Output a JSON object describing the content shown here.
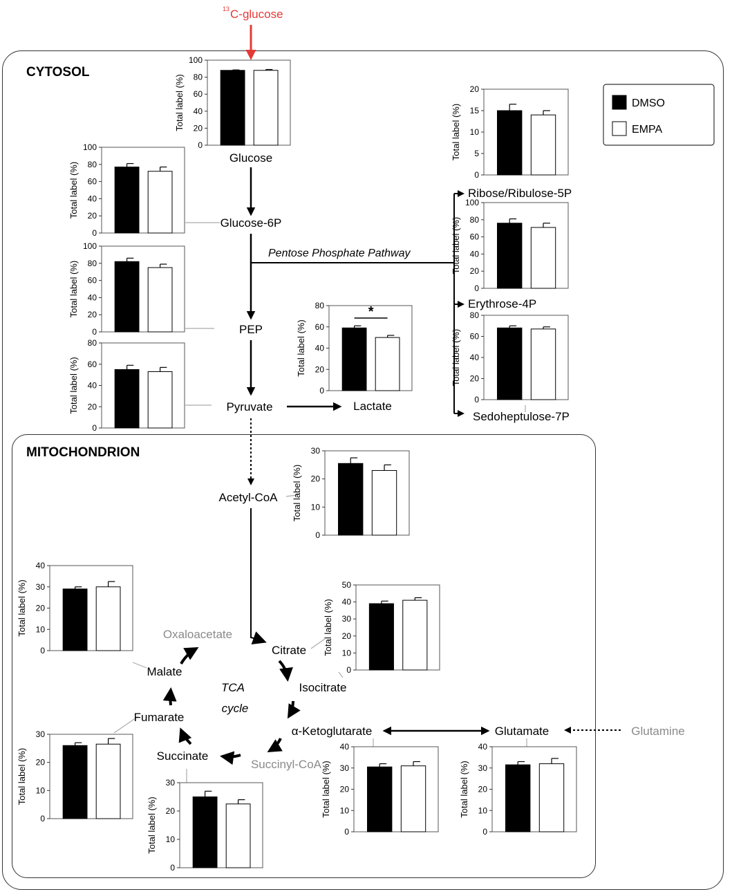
{
  "tracer": "C-glucose",
  "tracer_sup": "13",
  "compartments": {
    "cytosol": "CYTOSOL",
    "mitochondrion": "MITOCHONDRION"
  },
  "legend": [
    {
      "label": "DMSO",
      "color": "#000000"
    },
    {
      "label": "EMPA",
      "color": "#ffffff"
    }
  ],
  "pathway_labels": {
    "ppp": "Pentose Phosphate Pathway",
    "tca_line1": "TCA",
    "tca_line2": "cycle"
  },
  "metabolites": {
    "glucose": "Glucose",
    "g6p": "Glucose-6P",
    "pep": "PEP",
    "pyruvate": "Pyruvate",
    "lactate": "Lactate",
    "r5p": "Ribose/Ribulose-5P",
    "e4p": "Erythrose-4P",
    "s7p": "Sedoheptulose-7P",
    "acetylcoa": "Acetyl-CoA",
    "citrate": "Citrate",
    "isocitrate": "Isocitrate",
    "akg": "α-Ketoglutarate",
    "glutamate": "Glutamate",
    "glutamine": "Glutamine",
    "succinylcoa": "Succinyl-CoA",
    "succinate": "Succinate",
    "fumarate": "Fumarate",
    "malate": "Malate",
    "oxaloacetate": "Oxaloacetate"
  },
  "colors": {
    "tracer": "#e53935",
    "unlabeled_metabolite": "#8a8a8a",
    "line": "#000000"
  },
  "chart_data": [
    {
      "type": "bar",
      "metabolite": "Glucose",
      "ylabel": "Total label (%)",
      "ylim": [
        0,
        100
      ],
      "yticks": [
        0,
        20,
        40,
        60,
        80,
        100
      ],
      "categories": [
        "DMSO",
        "EMPA"
      ],
      "values": [
        88,
        88
      ],
      "errors": [
        0.5,
        1
      ],
      "significance": ""
    },
    {
      "type": "bar",
      "metabolite": "Glucose-6P",
      "ylabel": "Total label (%)",
      "ylim": [
        0,
        100
      ],
      "yticks": [
        0,
        20,
        40,
        60,
        80,
        100
      ],
      "categories": [
        "DMSO",
        "EMPA"
      ],
      "values": [
        77,
        72
      ],
      "errors": [
        4,
        5
      ],
      "significance": ""
    },
    {
      "type": "bar",
      "metabolite": "PEP",
      "ylabel": "Total label (%)",
      "ylim": [
        0,
        100
      ],
      "yticks": [
        0,
        20,
        40,
        60,
        80,
        100
      ],
      "categories": [
        "DMSO",
        "EMPA"
      ],
      "values": [
        82,
        75
      ],
      "errors": [
        4,
        4
      ],
      "significance": ""
    },
    {
      "type": "bar",
      "metabolite": "Pyruvate",
      "ylabel": "Total label (%)",
      "ylim": [
        0,
        80
      ],
      "yticks": [
        0,
        20,
        40,
        60,
        80
      ],
      "categories": [
        "DMSO",
        "EMPA"
      ],
      "values": [
        55,
        53
      ],
      "errors": [
        4,
        4
      ],
      "significance": ""
    },
    {
      "type": "bar",
      "metabolite": "Lactate",
      "ylabel": "Total label (%)",
      "ylim": [
        0,
        80
      ],
      "yticks": [
        0,
        20,
        40,
        60,
        80
      ],
      "categories": [
        "DMSO",
        "EMPA"
      ],
      "values": [
        59,
        50
      ],
      "errors": [
        2,
        2
      ],
      "significance": "*"
    },
    {
      "type": "bar",
      "metabolite": "Ribose/Ribulose-5P",
      "ylabel": "Total label (%)",
      "ylim": [
        0,
        20
      ],
      "yticks": [
        0,
        5,
        10,
        15,
        20
      ],
      "categories": [
        "DMSO",
        "EMPA"
      ],
      "values": [
        15,
        14
      ],
      "errors": [
        1.5,
        1
      ],
      "significance": ""
    },
    {
      "type": "bar",
      "metabolite": "Erythrose-4P",
      "ylabel": "Total label (%)",
      "ylim": [
        0,
        100
      ],
      "yticks": [
        0,
        20,
        40,
        60,
        80,
        100
      ],
      "categories": [
        "DMSO",
        "EMPA"
      ],
      "values": [
        76,
        71
      ],
      "errors": [
        5,
        5
      ],
      "significance": ""
    },
    {
      "type": "bar",
      "metabolite": "Sedoheptulose-7P",
      "ylabel": "Total label (%)",
      "ylim": [
        0,
        80
      ],
      "yticks": [
        0,
        20,
        40,
        60,
        80
      ],
      "categories": [
        "DMSO",
        "EMPA"
      ],
      "values": [
        68,
        67
      ],
      "errors": [
        2,
        2
      ],
      "significance": ""
    },
    {
      "type": "bar",
      "metabolite": "Acetyl-CoA",
      "ylabel": "Total label (%)",
      "ylim": [
        0,
        30
      ],
      "yticks": [
        0,
        10,
        20,
        30
      ],
      "categories": [
        "DMSO",
        "EMPA"
      ],
      "values": [
        25.5,
        23
      ],
      "errors": [
        2,
        2
      ],
      "significance": ""
    },
    {
      "type": "bar",
      "metabolite": "Citrate",
      "ylabel": "Total label (%)",
      "ylim": [
        0,
        50
      ],
      "yticks": [
        0,
        10,
        20,
        30,
        40,
        50
      ],
      "categories": [
        "DMSO",
        "EMPA"
      ],
      "values": [
        39,
        41
      ],
      "errors": [
        1.5,
        1.5
      ],
      "significance": ""
    },
    {
      "type": "bar",
      "metabolite": "Malate",
      "ylabel": "Total label (%)",
      "ylim": [
        0,
        40
      ],
      "yticks": [
        0,
        10,
        20,
        30,
        40
      ],
      "categories": [
        "DMSO",
        "EMPA"
      ],
      "values": [
        29,
        30
      ],
      "errors": [
        1,
        2.5
      ],
      "significance": ""
    },
    {
      "type": "bar",
      "metabolite": "Fumarate",
      "ylabel": "Total label (%)",
      "ylim": [
        0,
        30
      ],
      "yticks": [
        0,
        10,
        20,
        30
      ],
      "categories": [
        "DMSO",
        "EMPA"
      ],
      "values": [
        26,
        26.5
      ],
      "errors": [
        1,
        2
      ],
      "significance": ""
    },
    {
      "type": "bar",
      "metabolite": "Succinate",
      "ylabel": "Total label (%)",
      "ylim": [
        0,
        30
      ],
      "yticks": [
        0,
        10,
        20,
        30
      ],
      "categories": [
        "DMSO",
        "EMPA"
      ],
      "values": [
        25,
        22.5
      ],
      "errors": [
        2,
        1.5
      ],
      "significance": ""
    },
    {
      "type": "bar",
      "metabolite": "α-Ketoglutarate",
      "ylabel": "Total label (%)",
      "ylim": [
        0,
        40
      ],
      "yticks": [
        0,
        10,
        20,
        30,
        40
      ],
      "categories": [
        "DMSO",
        "EMPA"
      ],
      "values": [
        30.5,
        31
      ],
      "errors": [
        1.5,
        2
      ],
      "significance": ""
    },
    {
      "type": "bar",
      "metabolite": "Glutamate",
      "ylabel": "Total label (%)",
      "ylim": [
        0,
        40
      ],
      "yticks": [
        0,
        10,
        20,
        30,
        40
      ],
      "categories": [
        "DMSO",
        "EMPA"
      ],
      "values": [
        31.5,
        32
      ],
      "errors": [
        1.5,
        2.5
      ],
      "significance": ""
    }
  ]
}
